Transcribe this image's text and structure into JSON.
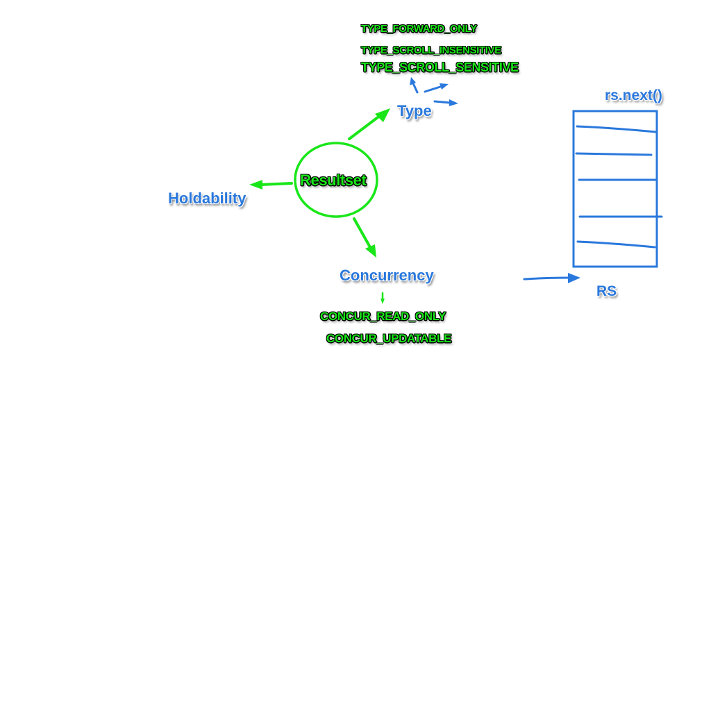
{
  "colors": {
    "green": "#19e619",
    "blue": "#2a78dc",
    "outline": "#000000",
    "background": "#ffffff"
  },
  "center": {
    "label": "Resultset"
  },
  "branches": {
    "type": {
      "label": "Type",
      "options": [
        "TYPE_FORWARD_ONLY",
        "TYPE_SCROLL_INSENSITIVE",
        "TYPE_SCROLL_SENSITIVE"
      ]
    },
    "holdability": {
      "label": "Holdability"
    },
    "concurrency": {
      "label": "Concurrency",
      "options": [
        "CONCUR_READ_ONLY",
        "CONCUR_UPDATABLE"
      ]
    }
  },
  "resultset_box": {
    "cursor_label": "rs.next()",
    "box_label": "RS"
  }
}
